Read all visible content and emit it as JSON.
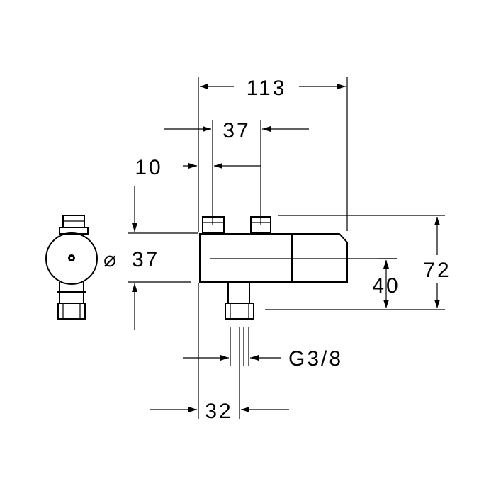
{
  "dimensions": {
    "overall_width": "113",
    "inlet_spacing": "37",
    "inlet_offset": "10",
    "body_diameter": "37",
    "outlet_height": "40",
    "overall_height": "72",
    "outlet_thread": "G3/8",
    "outlet_offset": "32"
  },
  "symbols": {
    "diameter": "⌀"
  }
}
